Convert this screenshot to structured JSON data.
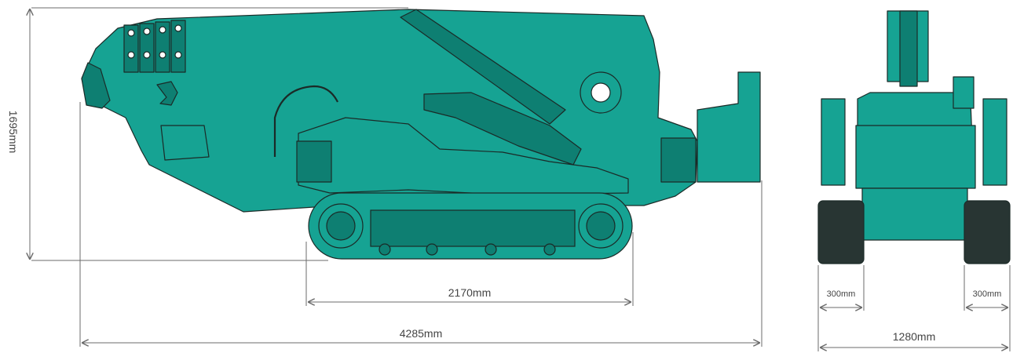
{
  "colors": {
    "body": "#16a393",
    "body_dark": "#0e7f72",
    "outline": "#1b2a27",
    "track_pad": "#283533",
    "dimension_line": "#6b6b6b",
    "background": "#ffffff"
  },
  "dimensions": {
    "height": "1695mm",
    "track_length": "2170mm",
    "overall_length": "4285mm",
    "track_width_left": "300mm",
    "track_width_right": "300mm",
    "overall_width": "1280mm"
  }
}
